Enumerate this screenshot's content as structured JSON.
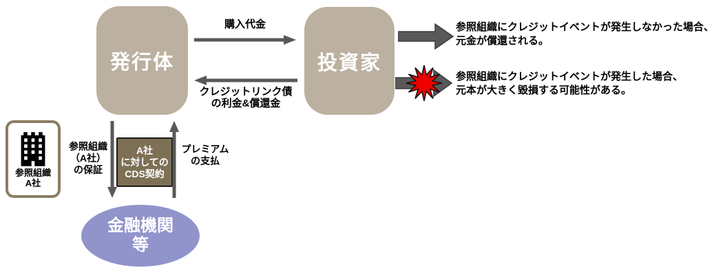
{
  "colors": {
    "box_tan": "#bcb0a0",
    "cds_brown": "#7d7055",
    "ellipse_purple": "#9193cb",
    "arrow_gray": "#595959",
    "burst_red": "#ee0000",
    "ref_border": "#8a7e64"
  },
  "nodes": {
    "issuer": "発行体",
    "investor": "投資家",
    "reference_org": "参照組織\nA社",
    "cds_contract": "A社\nに対しての\nCDS契約",
    "financial_institutions": "金融機関\n等"
  },
  "flows": {
    "purchase": "購入代金",
    "interest_redemption": "クレジットリンク債\nの利金&償還金",
    "guarantee": "参照組織\n（A社）\nの保証",
    "premium": "プレミアム\nの支払"
  },
  "outcomes": {
    "no_credit_event": "参照組織にクレジットイベントが発生しなかった場合、\n元金が償還される。",
    "credit_event": "参照組織にクレジットイベントが発生した場合、\n元本が大きく毀損する可能性がある。"
  }
}
